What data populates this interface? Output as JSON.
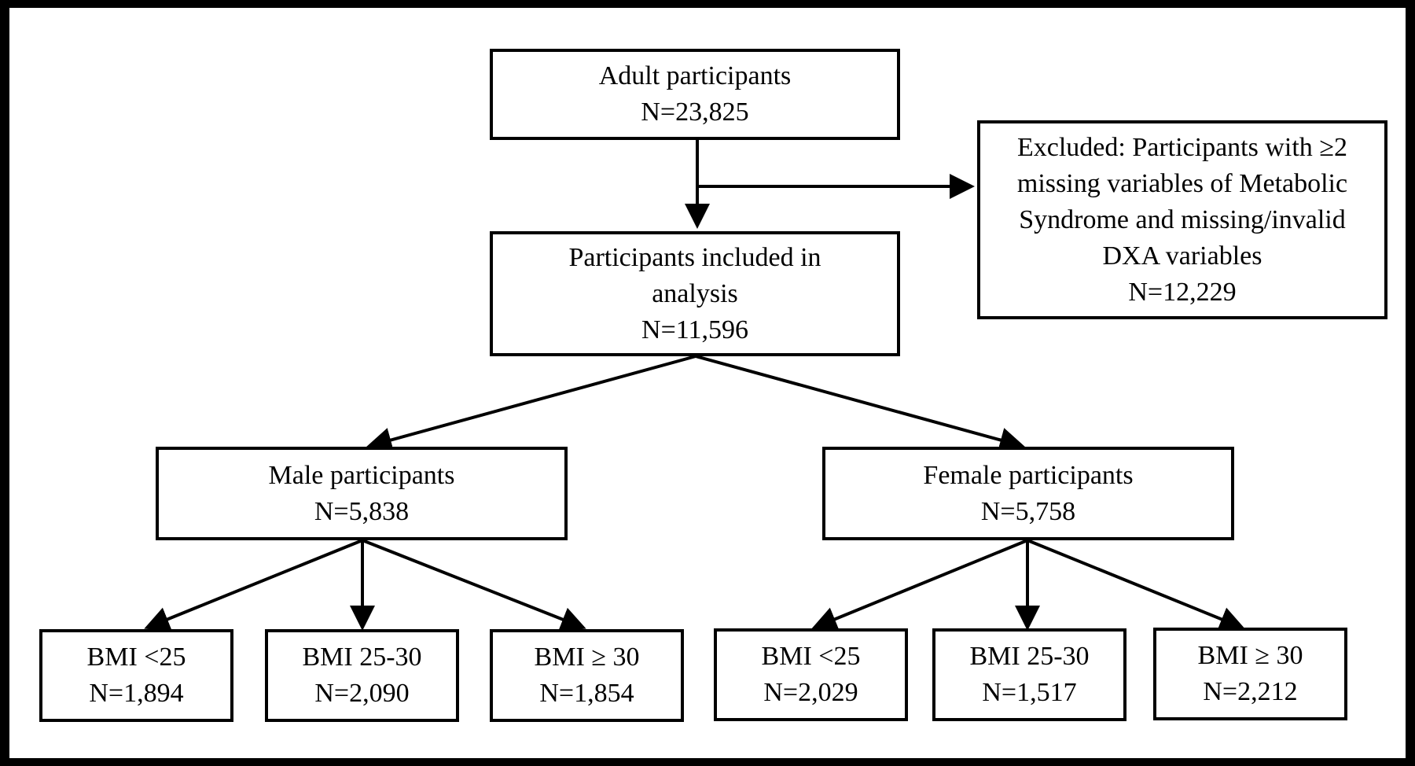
{
  "colors": {
    "background": "#ffffff",
    "frame": "#000000",
    "stroke": "#000000",
    "text": "#000000"
  },
  "nodes": {
    "adult": {
      "label": "Adult participants",
      "count": "N=23,825"
    },
    "excluded": {
      "line1": "Excluded: Participants with ≥2",
      "line2": "missing variables of Metabolic",
      "line3": "Syndrome and missing/invalid",
      "line4": "DXA variables",
      "count": "N=12,229"
    },
    "included": {
      "line1": "Participants included in",
      "line2": "analysis",
      "count": "N=11,596"
    },
    "male": {
      "label": "Male participants",
      "count": "N=5,838"
    },
    "female": {
      "label": "Female participants",
      "count": "N=5,758"
    },
    "male_bmi_lt25": {
      "label": "BMI <25",
      "count": "N=1,894"
    },
    "male_bmi_25_30": {
      "label": "BMI 25-30",
      "count": "N=2,090"
    },
    "male_bmi_ge30": {
      "label": "BMI ≥ 30",
      "count": "N=1,854"
    },
    "female_bmi_lt25": {
      "label": "BMI <25",
      "count": "N=2,029"
    },
    "female_bmi_25_30": {
      "label": "BMI 25-30",
      "count": "N=1,517"
    },
    "female_bmi_ge30": {
      "label": "BMI ≥ 30",
      "count": "N=2,212"
    }
  }
}
